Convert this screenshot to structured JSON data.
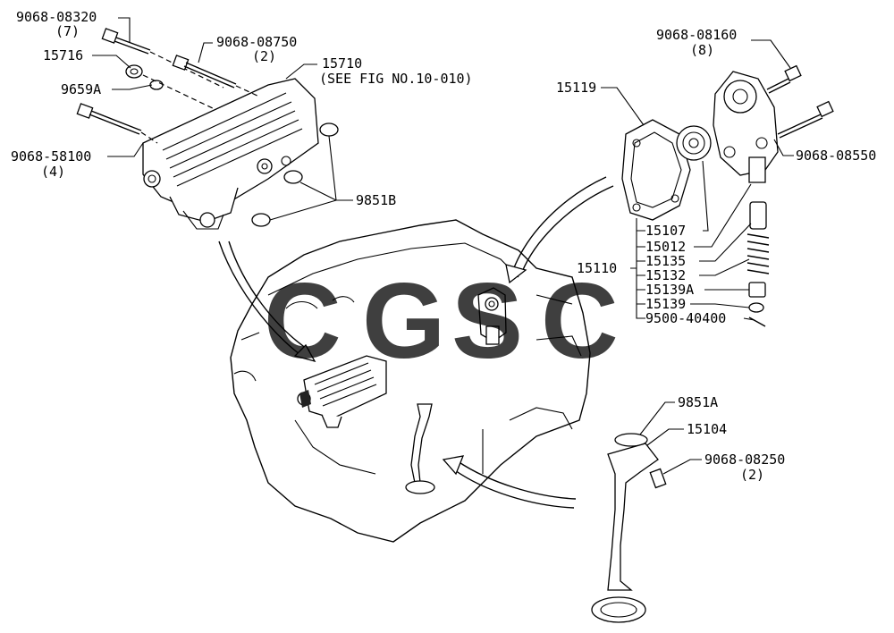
{
  "watermark": {
    "letters": [
      "C",
      "G",
      "S",
      "C"
    ],
    "colors": [
      "#5b9cf0",
      "#f28a8a",
      "#f7d55a",
      "#4fb386"
    ]
  },
  "callouts": {
    "bolt_08320": "9068-08320",
    "bolt_08320_qty": "(7)",
    "bolt_08750": "9068-08750",
    "bolt_08750_qty": "(2)",
    "plug_15716": "15716",
    "gasket_9659A": "9659A",
    "cooler_15710": "15710",
    "cooler_ref": "(SEE FIG NO.10-010)",
    "bolt_58100": "9068-58100",
    "bolt_58100_qty": "(4)",
    "oring_9851B": "9851B",
    "gasket_15119": "15119",
    "bolt_08160": "9068-08160",
    "bolt_08160_qty": "(8)",
    "bolt_08550": "9068-08550",
    "pump_15110": "15110",
    "gear_15107": "15107",
    "plunger_15012": "15012",
    "spring_15135": "15135",
    "retainer_15132": "15132",
    "part_15139A": "15139A",
    "part_15139": "15139",
    "pin_9500": "9500-40400",
    "oring_9851A": "9851A",
    "strainer_15104": "15104",
    "bolt_08250": "9068-08250",
    "bolt_08250_qty": "(2)"
  }
}
